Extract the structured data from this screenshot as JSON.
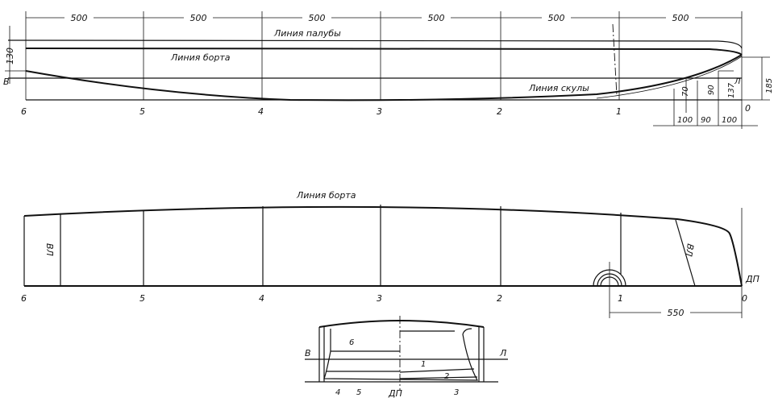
{
  "top_view": {
    "spacing_labels": [
      "500",
      "500",
      "500",
      "500",
      "500",
      "500"
    ],
    "deck_line_label": "Линия палубы",
    "side_line_label": "Линия борта",
    "chine_line_label": "Линия скулы",
    "left_height": "130",
    "left_waterline": "В",
    "stations": [
      "6",
      "5",
      "4",
      "3",
      "2",
      "1",
      "0"
    ],
    "bow_dims": {
      "heights": [
        "70",
        "90",
        "137"
      ],
      "total_height": "185",
      "spacings": [
        "100",
        "90",
        "100"
      ],
      "letter": "Л"
    }
  },
  "side_view": {
    "side_line_label": "Линия борта",
    "waterline_label": "ВЛ",
    "waterline_label_bow": "ВЛ",
    "dp_label": "ДП",
    "stations": [
      "6",
      "5",
      "4",
      "3",
      "2",
      "1",
      "0"
    ],
    "bow_dim": "550"
  },
  "section_view": {
    "waterline_left": "В",
    "waterline_right": "Л",
    "centerline_label": "ДП",
    "part_numbers": [
      "6",
      "1",
      "2",
      "4",
      "5",
      "3"
    ]
  }
}
